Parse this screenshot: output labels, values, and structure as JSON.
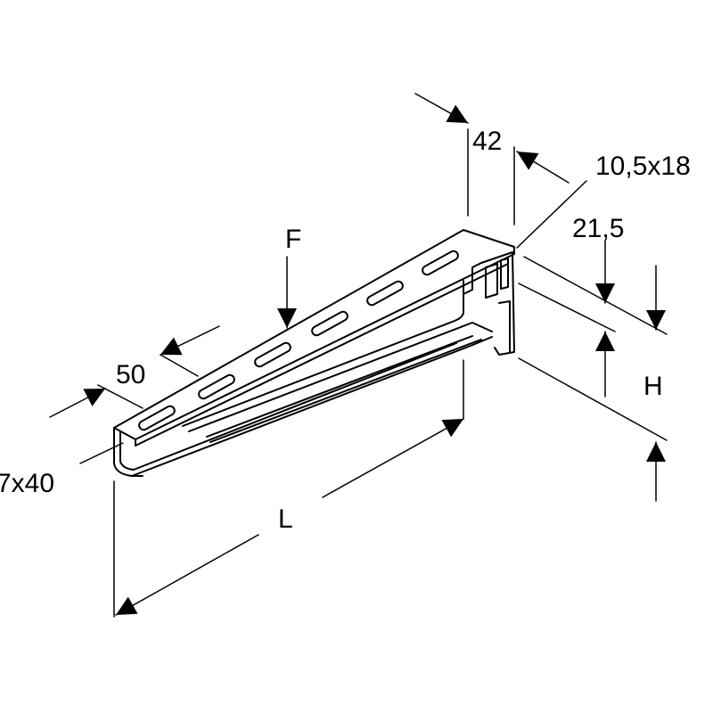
{
  "drawing": {
    "stroke_color": "#000000",
    "background": "#ffffff",
    "labels": {
      "width_42": "42",
      "slot_top": "10,5x18",
      "flange_21_5": "21,5",
      "force": "F",
      "height": "H",
      "pitch_50": "50",
      "slot_side": "7x40",
      "length": "L"
    }
  }
}
